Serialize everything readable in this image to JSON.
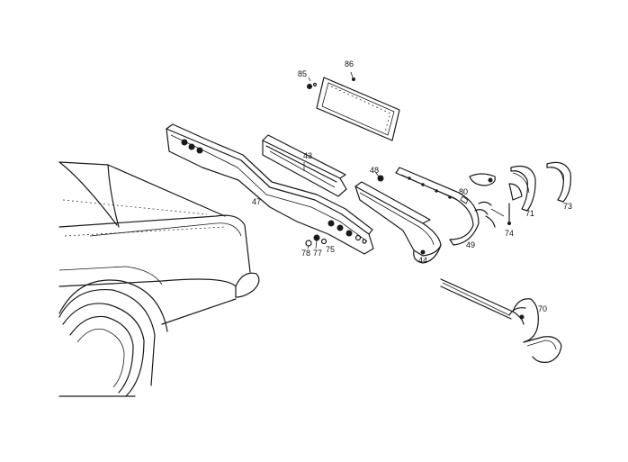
{
  "callouts": {
    "p85": "85",
    "p86": "86",
    "p43": "43",
    "p47": "47",
    "p48": "48",
    "p80": "80",
    "p71": "71",
    "p73": "73",
    "p74": "74",
    "p49": "49",
    "p44": "44",
    "p78": "78",
    "p77": "77",
    "p75": "75",
    "p70": "70"
  }
}
